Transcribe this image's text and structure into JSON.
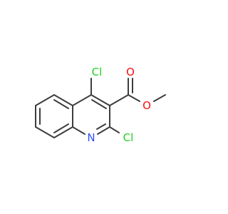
{
  "molecule": {
    "atoms": [
      {
        "id": "cl4",
        "label": "Cl",
        "color": "#1fd01f"
      },
      {
        "id": "cl2",
        "label": "Cl",
        "color": "#1fd01f"
      },
      {
        "id": "n1",
        "label": "N",
        "color": "#3050f8"
      },
      {
        "id": "o_carbonyl",
        "label": "O",
        "color": "#ff0d0d"
      },
      {
        "id": "o_ester",
        "label": "O",
        "color": "#ff0d0d"
      }
    ],
    "bond_color": "#3d3d3d"
  }
}
